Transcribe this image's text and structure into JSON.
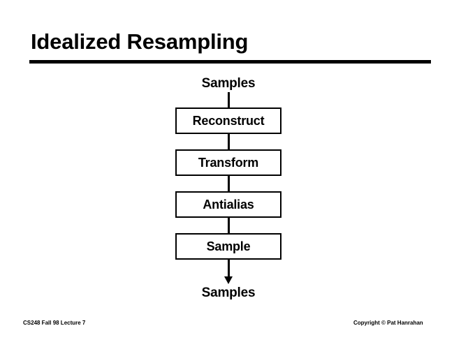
{
  "slide": {
    "title": "Idealized Resampling",
    "background_color": "#ffffff",
    "ink_color": "#000000"
  },
  "flow": {
    "input_label": "Samples",
    "output_label": "Samples",
    "steps": [
      {
        "label": "Reconstruct"
      },
      {
        "label": "Transform"
      },
      {
        "label": "Antialias"
      },
      {
        "label": "Sample"
      }
    ]
  },
  "footer": {
    "left": "CS248 Fall 98 Lecture 7",
    "right": "Copyright © Pat Hanrahan"
  }
}
